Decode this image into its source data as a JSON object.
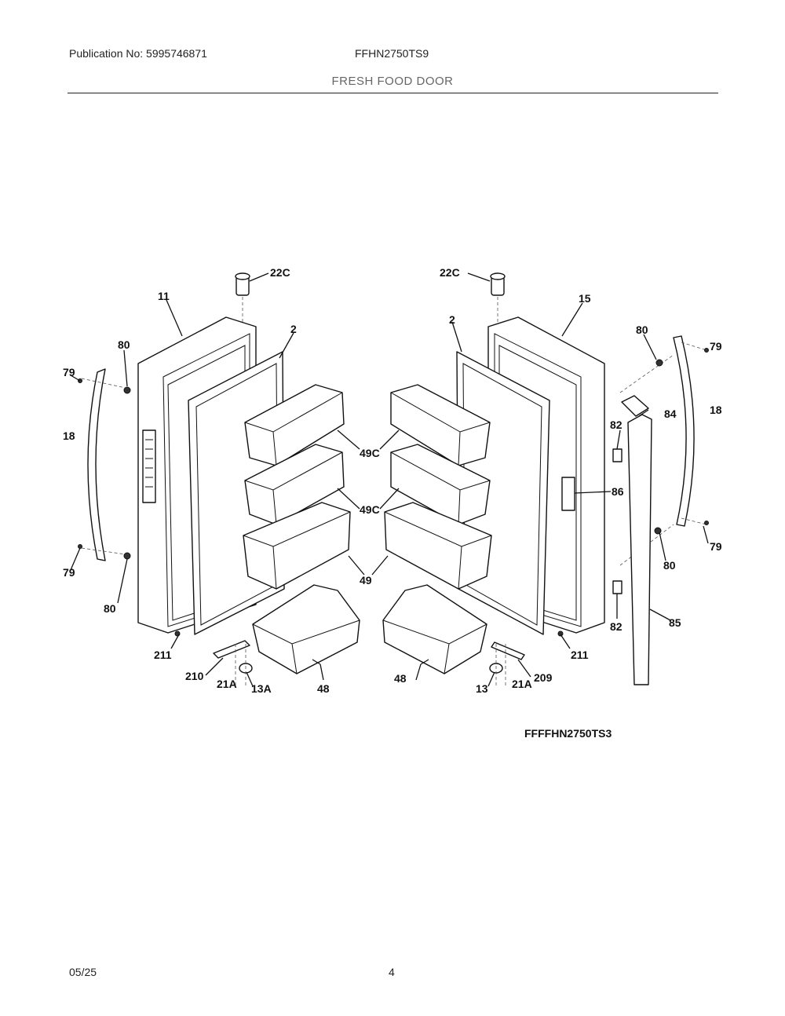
{
  "header": {
    "publication": "Publication No: 5995746871",
    "model": "FFHN2750TS9",
    "section_title": "FRESH FOOD DOOR"
  },
  "diagram": {
    "figure_code": "FFFFHN2750TS3",
    "callouts": {
      "c22c_left": "22C",
      "c22c_right": "22C",
      "c11": "11",
      "c15": "15",
      "c2_left": "2",
      "c2_right": "2",
      "c80_tl": "80",
      "c80_tr": "80",
      "c79_tl": "79",
      "c79_tr": "79",
      "c18_left": "18",
      "c18_right": "18",
      "c84": "84",
      "c82_top": "82",
      "c86": "86",
      "c49c_left_top": "49C",
      "c49c_left_mid": "49C",
      "c49c_right_top": "49C",
      "c49c_right_mid": "49C",
      "c49_left": "49",
      "c49_right": "49",
      "c79_bl": "79",
      "c79_br": "79",
      "c80_bl": "80",
      "c80_br": "80",
      "c82_bottom": "82",
      "c85": "85",
      "c211_left": "211",
      "c211_right": "211",
      "c210": "210",
      "c209": "209",
      "c21a_left": "21A",
      "c21a_right": "21A",
      "c13a": "13A",
      "c13": "13",
      "c48_left": "48",
      "c48_right": "48"
    }
  },
  "footer": {
    "date": "05/25",
    "page_number": "4"
  }
}
